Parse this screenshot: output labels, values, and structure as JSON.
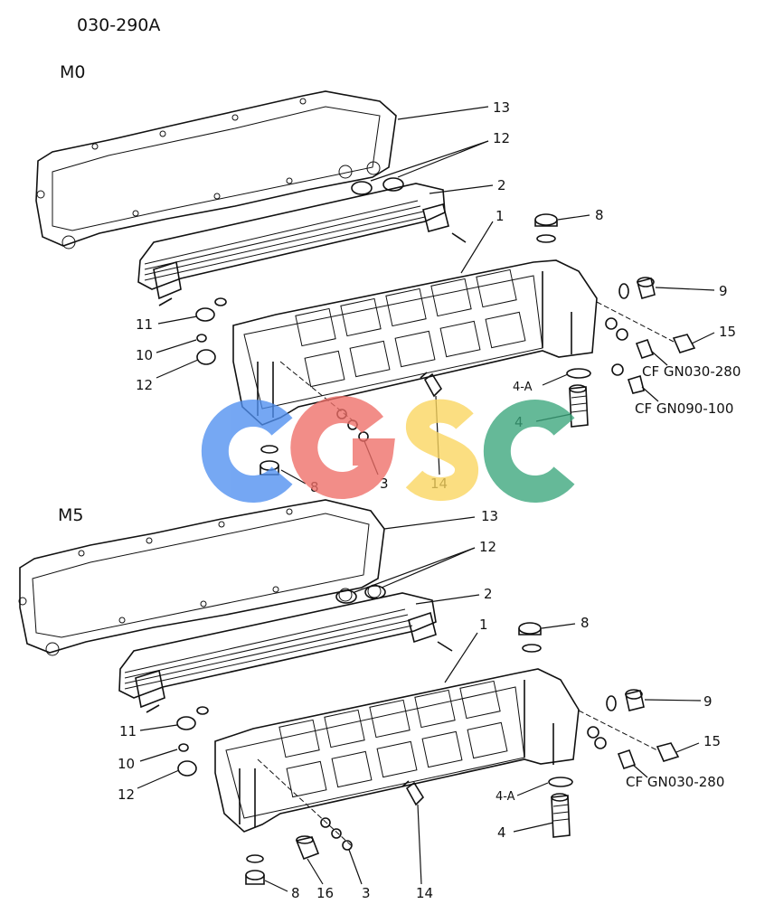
{
  "diagram_code": "030-290A",
  "watermark": {
    "text": "CGSC",
    "colors": [
      "#4f8ff0",
      "#ef6e67",
      "#fad65e",
      "#3aa67c"
    ]
  },
  "sections": [
    {
      "title": "M0",
      "callouts": {
        "p13": "13",
        "p12a": "12",
        "p2": "2",
        "p1": "1",
        "p8a": "8",
        "p9": "9",
        "p15": "15",
        "p11": "11",
        "p10": "10",
        "p12b": "12",
        "cf1": "CF GN030-280",
        "cf2": "CF GN090-100",
        "p4a": "4-A",
        "p4": "4",
        "p8b": "8",
        "p3": "3",
        "p14": "14"
      }
    },
    {
      "title": "M5",
      "callouts": {
        "p13": "13",
        "p12a": "12",
        "p2": "2",
        "p1": "1",
        "p8a": "8",
        "p9": "9",
        "p15": "15",
        "p11": "11",
        "p10": "10",
        "p12b": "12",
        "cf1": "CF GN030-280",
        "p4a": "4-A",
        "p4": "4",
        "p8b": "8",
        "p16": "16",
        "p3": "3",
        "p14": "14"
      }
    }
  ]
}
